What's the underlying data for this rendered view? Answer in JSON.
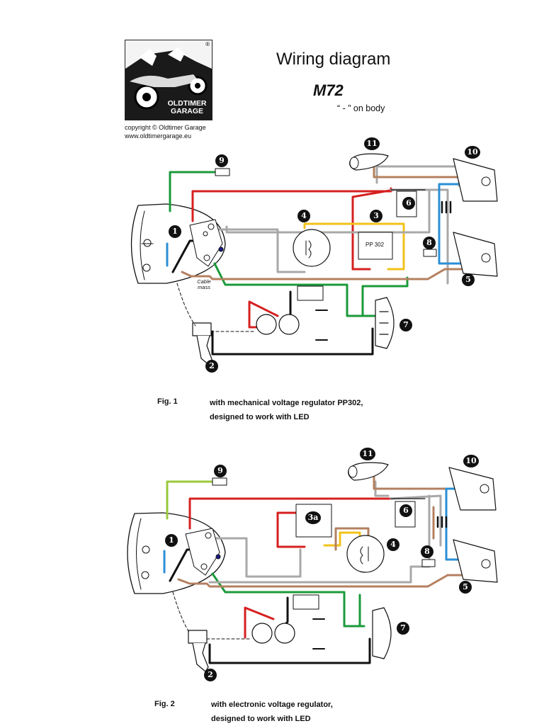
{
  "header": {
    "title": "Wiring diagram",
    "model": "M72",
    "body_note": "“ - ” on body"
  },
  "logo": {
    "line1": "OLDTIMER",
    "line2": "GARAGE",
    "registered": "®"
  },
  "copyright": {
    "line1": "copyright © Oldtimer Garage",
    "line2": "www.oldtimergarage.eu"
  },
  "figure1": {
    "label": "Fig. 1",
    "desc_line1": "with mechanical voltage regulator PP302,",
    "desc_line2": "designed to work with LED",
    "regulator_label": "PP 302",
    "cable_mass_line1": "Cable",
    "cable_mass_line2": "mass",
    "markers": {
      "m1": "1",
      "m2": "2",
      "m3": "3",
      "m4": "4",
      "m5": "5",
      "m6": "6",
      "m7": "7",
      "m8": "8",
      "m9": "9",
      "m10": "10",
      "m11": "11"
    }
  },
  "figure2": {
    "label": "Fig. 2",
    "desc_line1": "with electronic voltage regulator,",
    "desc_line2": "designed to work with LED",
    "regulator_label": "3a",
    "markers": {
      "m1": "1",
      "m2": "2",
      "m3a": "3a",
      "m4": "4",
      "m5": "5",
      "m6": "6",
      "m7": "7",
      "m8": "8",
      "m9": "9",
      "m10": "10",
      "m11": "11"
    }
  },
  "colors": {
    "red": "#d62020",
    "green": "#1a9a3a",
    "yellow": "#f2c21a",
    "blue": "#2a8fd6",
    "brown": "#b48060",
    "grey": "#a8a8a8",
    "black": "#111111"
  }
}
